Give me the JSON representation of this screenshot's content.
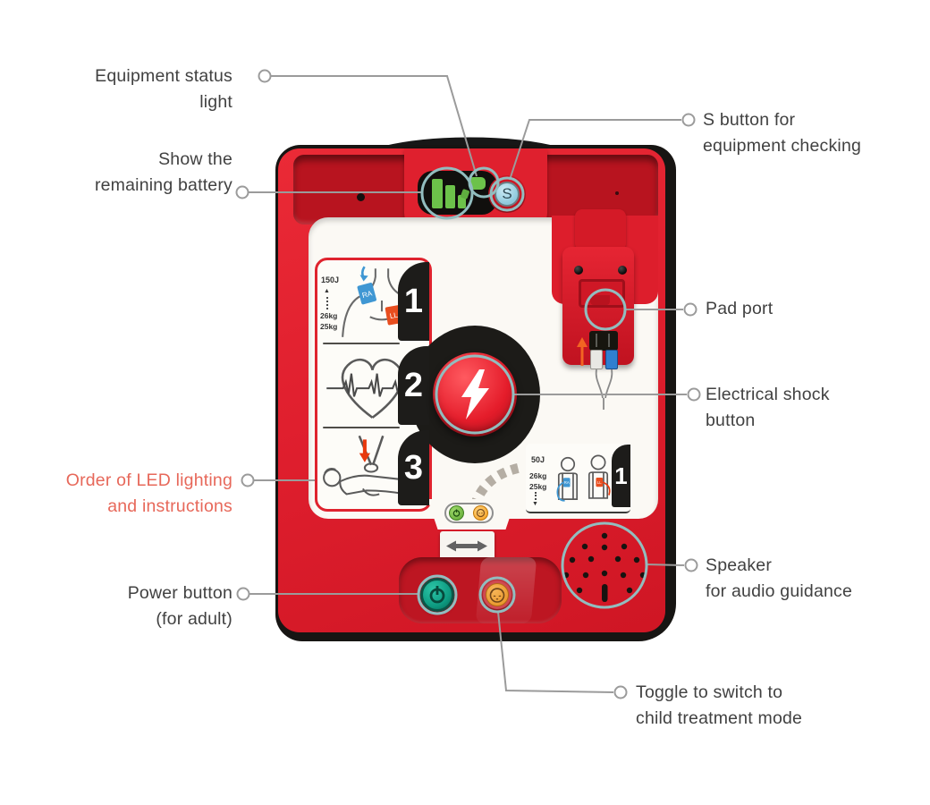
{
  "callouts": {
    "equipment_status_light": {
      "lines": [
        "Equipment status",
        "light"
      ]
    },
    "battery": {
      "lines": [
        "Show the",
        "remaining battery"
      ]
    },
    "led_order": {
      "lines": [
        "Order of LED lighting",
        "and instructions"
      ]
    },
    "power_button": {
      "lines": [
        "Power button",
        "(for adult)"
      ]
    },
    "s_button": {
      "lines": [
        "S button for",
        "equipment checking"
      ]
    },
    "pad_port": {
      "lines": [
        "Pad port"
      ]
    },
    "shock_button": {
      "lines": [
        "Electrical shock",
        "button"
      ]
    },
    "speaker": {
      "lines": [
        "Speaker",
        "for audio guidance"
      ]
    },
    "child_toggle": {
      "lines": [
        "Toggle to switch to",
        "child treatment mode"
      ]
    }
  },
  "device": {
    "s_button_label": "S",
    "instruction_steps": [
      "1",
      "2",
      "3"
    ],
    "adult_pad_panel": {
      "energy": "150J",
      "up_arrow": "▲",
      "weights": [
        "26kg",
        "25kg"
      ],
      "pads": [
        "RA",
        "LL"
      ]
    },
    "child_pad_panel": {
      "energy": "50J",
      "weights": [
        "26kg",
        "25kg"
      ],
      "down_arrow": "▼",
      "step": "1",
      "pads": [
        "RA",
        "LL"
      ]
    }
  },
  "colors": {
    "body_red": "#e01f2e",
    "recess_red": "#b8141f",
    "accent_teal": "#92bdbf",
    "callout_gray": "#9b9b9b",
    "label_red": "#e7685a",
    "battery_green": "#6cc24a",
    "power_teal": "#10a78b",
    "child_orange": "#f0a440",
    "s_button_blue": "#a9dbe9",
    "shock_red": "#e51d2b"
  }
}
